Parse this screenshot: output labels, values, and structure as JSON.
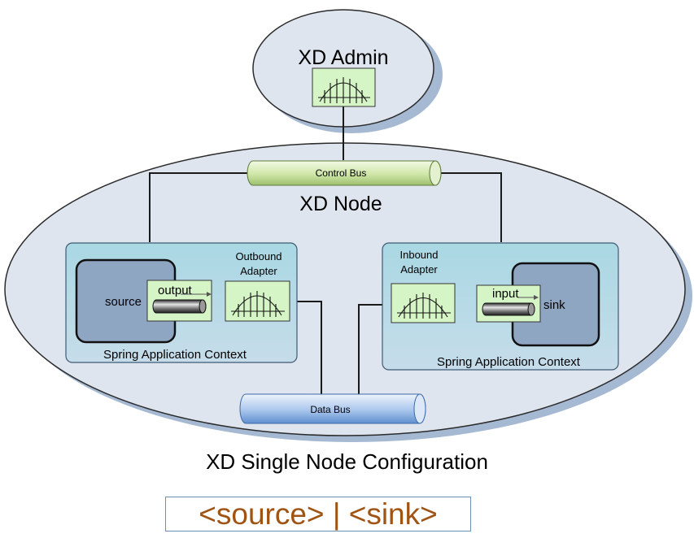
{
  "admin": {
    "title": "XD Admin"
  },
  "node": {
    "title": "XD Node"
  },
  "control_bus": {
    "label": "Control Bus"
  },
  "data_bus": {
    "label": "Data Bus"
  },
  "left_context": {
    "label": "Spring Application Context",
    "module_label": "source",
    "channel_label": "output",
    "adapter_label_line1": "Outbound",
    "adapter_label_line2": "Adapter"
  },
  "right_context": {
    "label": "Spring Application Context",
    "module_label": "sink",
    "channel_label": "input",
    "adapter_label_line1": "Inbound",
    "adapter_label_line2": "Adapter"
  },
  "caption": "XD Single Node Configuration",
  "command": "<source> | <sink>",
  "icons": [
    "adapter-icon",
    "pipe-icon"
  ],
  "colors": {
    "ellipse_fill": "#dfe5ee",
    "context_fill": "#b7dde6",
    "module_fill": "#8fa6c2",
    "adapter_fill": "#d6f5c7",
    "control_bus": "#c9e2a2",
    "data_bus": "#8fb3e0",
    "command_text": "#a05414"
  }
}
